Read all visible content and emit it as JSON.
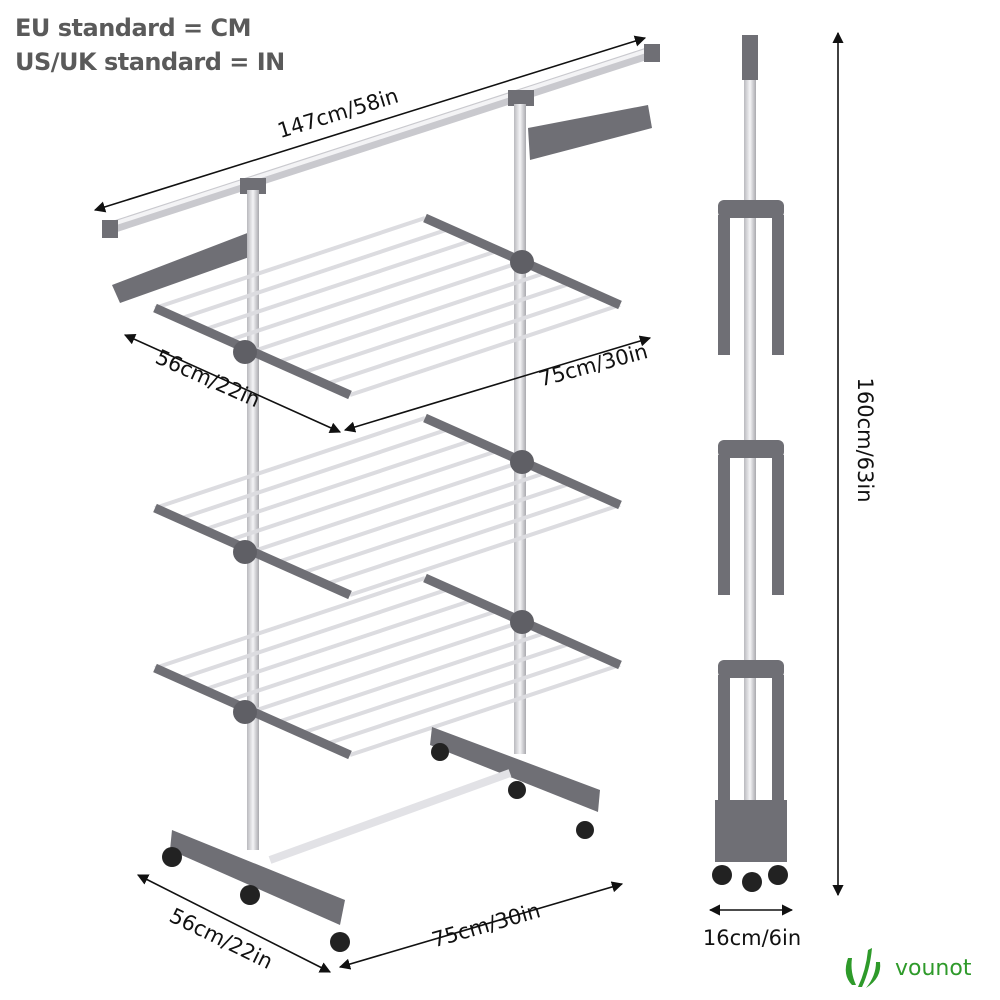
{
  "header": {
    "eu_standard": "EU standard = CM",
    "us_standard": "US/UK standard = IN"
  },
  "dimensions": {
    "top_bar_length": "147cm/58in",
    "shelf_depth": "56cm/22in",
    "shelf_width": "75cm/30in",
    "base_depth": "56cm/22in",
    "base_width": "75cm/30in",
    "height": "160cm/63in",
    "folded_depth": "16cm/6in"
  },
  "brand": {
    "name": "vounot",
    "color": "#2e9a2a"
  },
  "colors": {
    "frame_gray": "#6f6f75",
    "pole_silver": "#d8d8dc",
    "text": "#111111"
  }
}
